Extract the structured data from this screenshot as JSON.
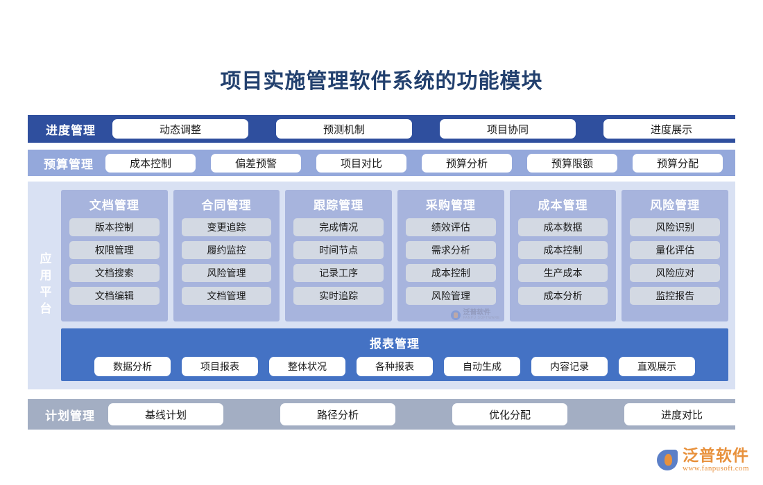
{
  "title": "项目实施管理软件系统的功能模块",
  "colors": {
    "title": "#22406E",
    "row_progress_bg": "#2F4F9E",
    "row_budget_bg": "#94A8DB",
    "platform_bg": "#D9E1F3",
    "column_bg": "#A7B4DD",
    "column_item_bg": "#D3D9E3",
    "report_bg": "#4472C4",
    "row_plan_bg": "#A3AEC3",
    "logo_orange": "#E8913C",
    "logo_blue": "#5B7FC7"
  },
  "rows": {
    "progress": {
      "label": "进度管理",
      "items": [
        "动态调整",
        "预测机制",
        "项目协同",
        "进度展示"
      ]
    },
    "budget": {
      "label": "预算管理",
      "items": [
        "成本控制",
        "偏差预警",
        "项目对比",
        "预算分析",
        "预算限额",
        "预算分配"
      ]
    },
    "plan": {
      "label": "计划管理",
      "items": [
        "基线计划",
        "路径分析",
        "优化分配",
        "进度对比"
      ]
    }
  },
  "platform": {
    "label": "应用平台",
    "columns": [
      {
        "title": "文档管理",
        "items": [
          "版本控制",
          "权限管理",
          "文档搜索",
          "文档编辑"
        ]
      },
      {
        "title": "合同管理",
        "items": [
          "变更追踪",
          "履约监控",
          "风险管理",
          "文档管理"
        ]
      },
      {
        "title": "跟踪管理",
        "items": [
          "完成情况",
          "时间节点",
          "记录工序",
          "实时追踪"
        ]
      },
      {
        "title": "采购管理",
        "items": [
          "绩效评估",
          "需求分析",
          "成本控制",
          "风险管理"
        ]
      },
      {
        "title": "成本管理",
        "items": [
          "成本数据",
          "成本控制",
          "生产成本",
          "成本分析"
        ]
      },
      {
        "title": "风险管理",
        "items": [
          "风险识别",
          "量化评估",
          "风险应对",
          "监控报告"
        ]
      }
    ],
    "report": {
      "title": "报表管理",
      "items": [
        "数据分析",
        "项目报表",
        "整体状况",
        "各种报表",
        "自动生成",
        "内容记录",
        "直观展示"
      ]
    },
    "watermark": {
      "cn": "泛普软件",
      "en": "FANPU SOFTWARE"
    }
  },
  "logo": {
    "name": "泛普软件",
    "url": "www.fanpusoft.com"
  }
}
